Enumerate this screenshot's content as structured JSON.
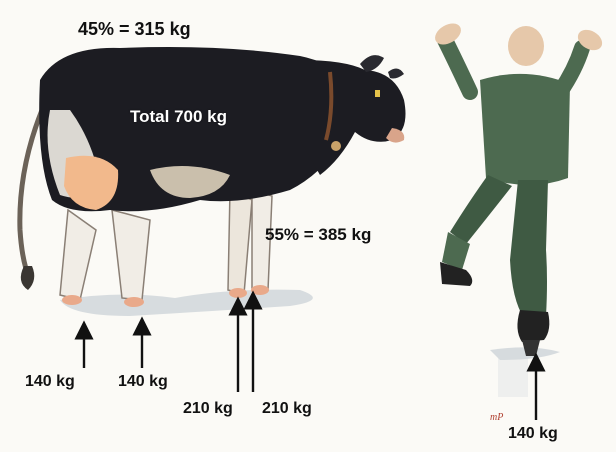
{
  "labels": {
    "hind_weight": "45% = 315 kg",
    "total_weight": "Total 700 kg",
    "front_weight": "55% = 385 kg",
    "hind_leg_1": "140 kg",
    "hind_leg_2": "140 kg",
    "front_leg_1": "210 kg",
    "front_leg_2": "210 kg",
    "man_foot": "140 kg"
  },
  "signature": "mP",
  "colors": {
    "cow_black": "#1c1c22",
    "cow_white": "#f1ede6",
    "udder": "#f2b98c",
    "suit_green": "#4d6a50",
    "skin": "#e6c8aa",
    "arrow": "#111111"
  }
}
